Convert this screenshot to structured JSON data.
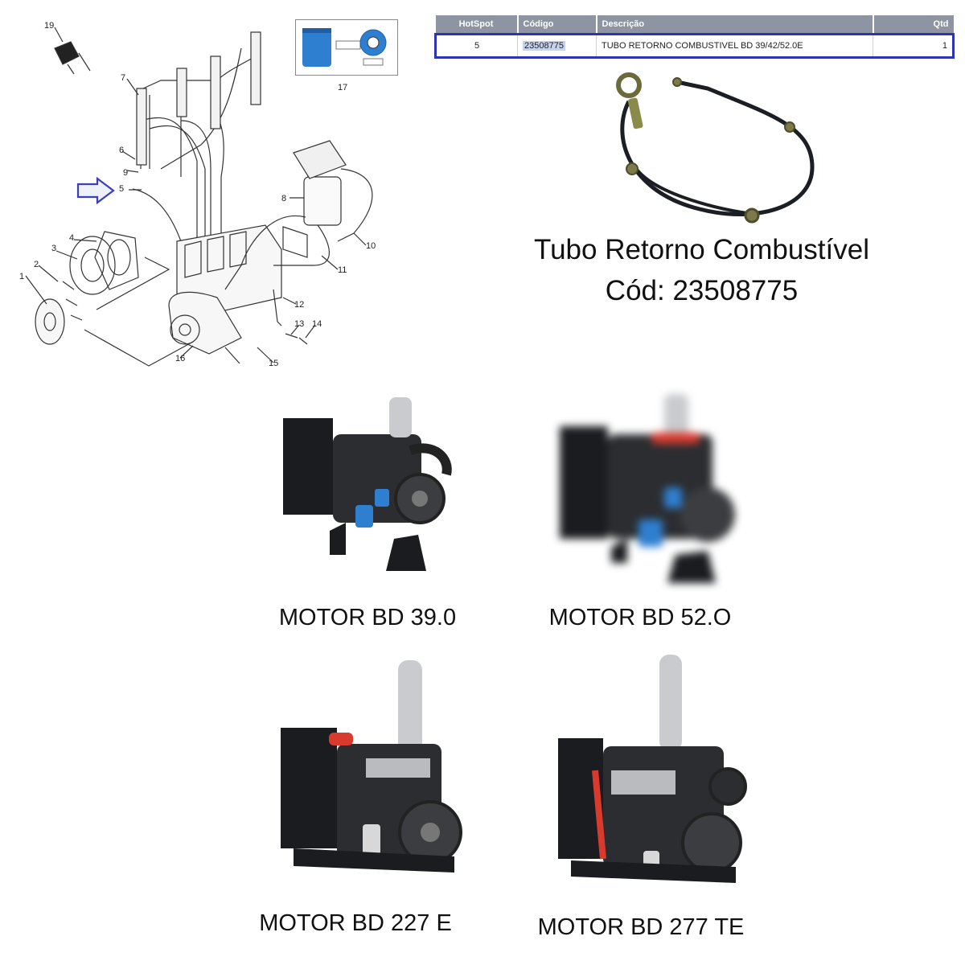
{
  "diagram": {
    "callouts": [
      "1",
      "2",
      "3",
      "4",
      "5",
      "6",
      "7",
      "8",
      "9",
      "10",
      "11",
      "12",
      "13",
      "14",
      "15",
      "16",
      "17",
      "19"
    ],
    "pointer": "right-arrow-icon"
  },
  "parts_table": {
    "headers": [
      "HotSpot",
      "Código",
      "Descrição",
      "Qtd"
    ],
    "rows": [
      {
        "hotspot": "5",
        "code": "23508775",
        "description": "TUBO RETORNO COMBUSTIVEL BD 39/42/52.0E",
        "qty": "1"
      }
    ]
  },
  "product": {
    "name": "Tubo Retorno Combustível",
    "code_line": "Cód: 23508775"
  },
  "engines": [
    {
      "label": "MOTOR BD 39.0"
    },
    {
      "label": "MOTOR BD 52.O"
    },
    {
      "label": "MOTOR BD 227 E"
    },
    {
      "label": "MOTOR BD 277 TE"
    }
  ],
  "colors": {
    "table_header": "#8d95a3",
    "selection_border": "#2c33b5",
    "pointer_arrow": "#3a3fc0",
    "filter_blue": "#2f7fd1"
  }
}
